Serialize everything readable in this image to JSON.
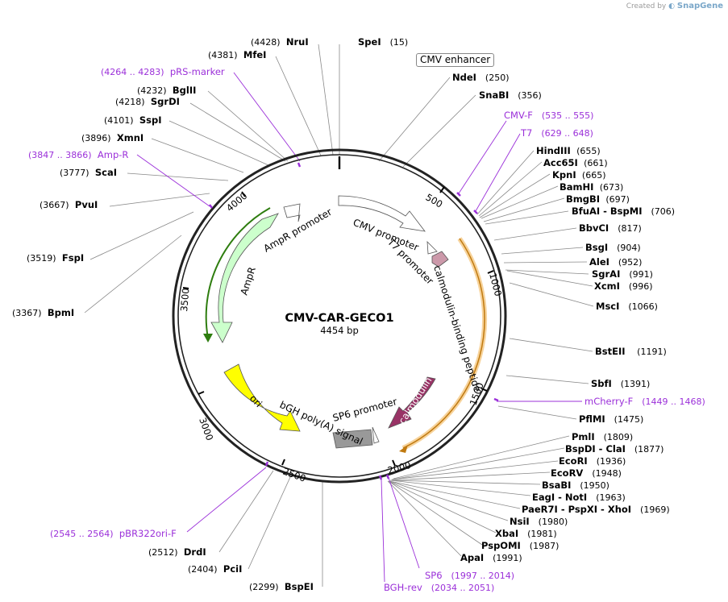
{
  "credit": {
    "prefix": "Created by",
    "app": "SnapGene"
  },
  "plasmid": {
    "name": "CMV-CAR-GECO1",
    "size_text": "4454 bp",
    "length": 4454
  },
  "colors": {
    "backbone": "#000000",
    "purple": "#9b30d9",
    "ampr": "#ccffcc",
    "ori": "#ffff00",
    "calmodulin": "#993366",
    "bgh": "#999999",
    "orange": "#f0a020"
  },
  "ruler_ticks": [
    "500",
    "1000",
    "1500",
    "2000",
    "2500",
    "3000",
    "3500",
    "4000"
  ],
  "enzymes": [
    {
      "name": "SpeI",
      "pos": "(15)"
    },
    {
      "name": "NruI",
      "pos": "(4428)"
    },
    {
      "name": "MfeI",
      "pos": "(4381)"
    },
    {
      "name": "BglII",
      "pos": "(4232)"
    },
    {
      "name": "SgrDI",
      "pos": "(4218)"
    },
    {
      "name": "SspI",
      "pos": "(4101)"
    },
    {
      "name": "XmnI",
      "pos": "(3896)"
    },
    {
      "name": "ScaI",
      "pos": "(3777)"
    },
    {
      "name": "PvuI",
      "pos": "(3667)"
    },
    {
      "name": "FspI",
      "pos": "(3519)"
    },
    {
      "name": "BpmI",
      "pos": "(3367)"
    },
    {
      "name": "DrdI",
      "pos": "(2512)"
    },
    {
      "name": "PciI",
      "pos": "(2404)"
    },
    {
      "name": "BspEI",
      "pos": "(2299)"
    },
    {
      "name": "NdeI",
      "pos": "(250)"
    },
    {
      "name": "SnaBI",
      "pos": "(356)"
    },
    {
      "name": "HindIII",
      "pos": "(655)"
    },
    {
      "name": "Acc65I",
      "pos": "(661)"
    },
    {
      "name": "KpnI",
      "pos": "(665)"
    },
    {
      "name": "BamHI",
      "pos": "(673)"
    },
    {
      "name": "BmgBI",
      "pos": "(697)"
    },
    {
      "name": "BfuAI - BspMI",
      "pos": "(706)"
    },
    {
      "name": "BbvCI",
      "pos": "(817)"
    },
    {
      "name": "BsgI",
      "pos": "(904)"
    },
    {
      "name": "AleI",
      "pos": "(952)"
    },
    {
      "name": "SgrAI",
      "pos": "(991)"
    },
    {
      "name": "XcmI",
      "pos": "(996)"
    },
    {
      "name": "MscI",
      "pos": "(1066)"
    },
    {
      "name": "BstEII",
      "pos": "(1191)"
    },
    {
      "name": "SbfI",
      "pos": "(1391)"
    },
    {
      "name": "PflMI",
      "pos": "(1475)"
    },
    {
      "name": "PmlI",
      "pos": "(1809)"
    },
    {
      "name": "BspDI - ClaI",
      "pos": "(1877)"
    },
    {
      "name": "EcoRI",
      "pos": "(1936)"
    },
    {
      "name": "EcoRV",
      "pos": "(1948)"
    },
    {
      "name": "BsaBI",
      "pos": "(1950)"
    },
    {
      "name": "EagI - NotI",
      "pos": "(1963)"
    },
    {
      "name": "PaeR7I - PspXI - XhoI",
      "pos": "(1969)"
    },
    {
      "name": "NsiI",
      "pos": "(1980)"
    },
    {
      "name": "XbaI",
      "pos": "(1981)"
    },
    {
      "name": "PspOMI",
      "pos": "(1987)"
    },
    {
      "name": "ApaI",
      "pos": "(1991)"
    }
  ],
  "primers": [
    {
      "name": "pRS-marker",
      "range": "(4264 .. 4283)"
    },
    {
      "name": "Amp-R",
      "range": "(3847 .. 3866)"
    },
    {
      "name": "CMV-F",
      "range": "(535 .. 555)"
    },
    {
      "name": "T7",
      "range": "(629 .. 648)"
    },
    {
      "name": "mCherry-F",
      "range": "(1449 .. 1468)"
    },
    {
      "name": "SP6",
      "range": "(1997 .. 2014)"
    },
    {
      "name": "BGH-rev",
      "range": "(2034 .. 2051)"
    },
    {
      "name": "pBR322ori-F",
      "range": "(2545 .. 2564)"
    }
  ],
  "features": {
    "cmv_enhancer": "CMV enhancer",
    "cmv_promoter": "CMV promoter",
    "t7_promoter": "T7 promoter",
    "calmodulin_binding": "calmodulin-binding peptide",
    "calmodulin": "calmodulin",
    "sp6_promoter": "SP6 promoter",
    "bgh_polya": "bGH poly(A) signal",
    "ori": "ori",
    "ampr": "AmpR",
    "ampr_promoter": "AmpR promoter"
  }
}
